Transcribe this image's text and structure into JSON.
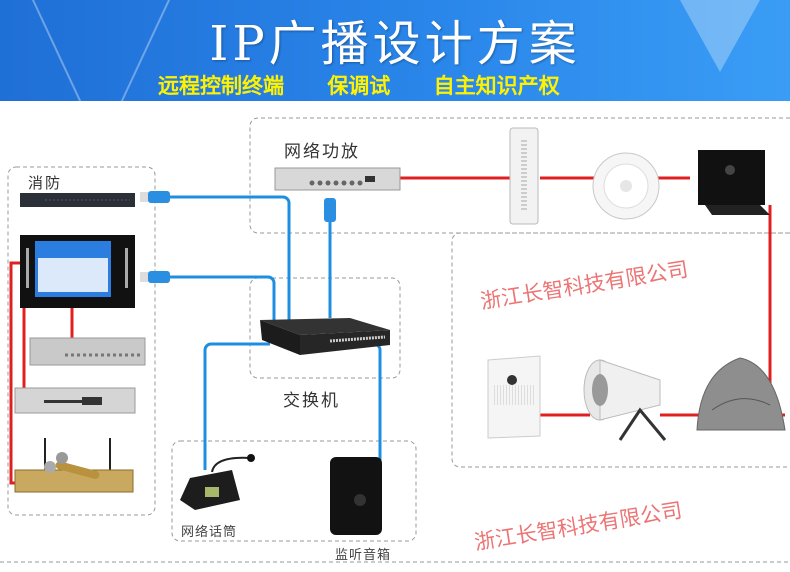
{
  "header": {
    "title": "IP广播设计方案",
    "subtitle": [
      "远程控制终端",
      "保调试",
      "自主知识产权"
    ]
  },
  "labels": {
    "fire": "消防",
    "network_amp": "网络功放",
    "switch": "交换机",
    "paging_mic": "网络话筒",
    "monitor_speaker": "监听音箱"
  },
  "watermarks": [
    "浙江长智科技有限公司",
    "浙江长智科技有限公司"
  ],
  "colors": {
    "header_blue": "#2a86ea",
    "subtitle_yellow": "#fff200",
    "network_cable": "#1e8fe0",
    "audio_cable": "#e02020",
    "watermark": "#e64646"
  }
}
